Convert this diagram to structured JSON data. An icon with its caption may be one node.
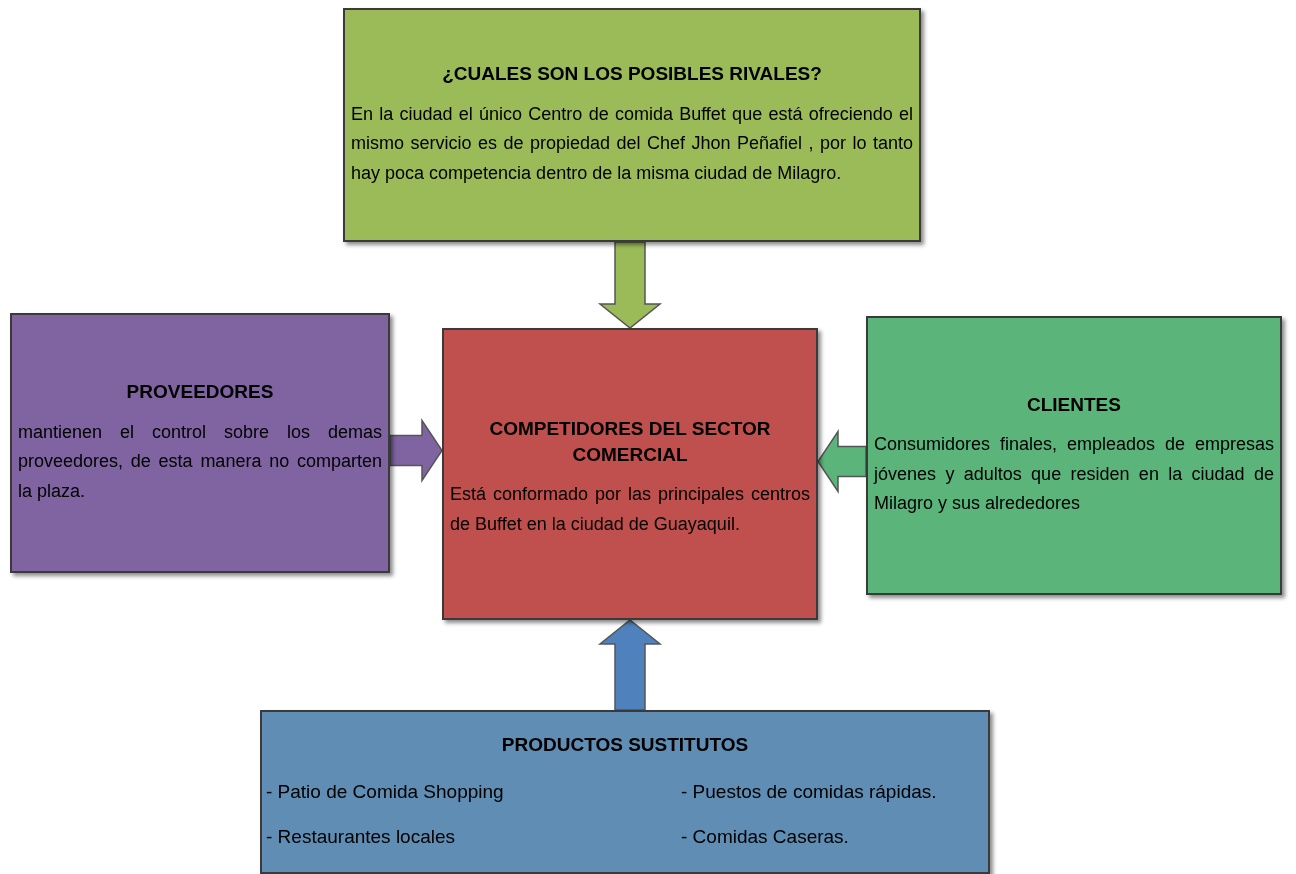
{
  "diagram": {
    "nodes": [
      {
        "text": [
          "¿CUALES SON LOS POSIBLES RIVALES?",
          "En la ciudad el único Centro de comida Buffet que está ofreciendo el mismo servicio es de propiedad del Chef Jhon Peñafiel , por lo tanto hay poca competencia dentro de la misma ciudad de Milagro."
        ]
      },
      {
        "text": [
          "PROVEEDORES",
          "mantienen el control sobre los demas proveedores, de esta manera no comparten la plaza."
        ]
      },
      {
        "text": [
          "COMPETIDORES DEL SECTOR COMERCIAL",
          "Está conformado por las principales centros de Buffet en la ciudad de Guayaquil."
        ]
      },
      {
        "text": [
          "CLIENTES",
          "Consumidores finales, empleados de empresas jóvenes y adultos que residen en la ciudad de Milagro y sus alrededores"
        ]
      },
      {
        "text": [
          "PRODUCTOS SUSTITUTOS",
          "- Patio de Comida Shopping",
          "- Puestos de comidas rápidas.",
          "- Restaurantes locales",
          "- Comidas Caseras."
        ]
      }
    ],
    "edges": [
      {
        "from": 0,
        "to": 2,
        "arrow": "to",
        "color": "#9bbb59"
      },
      {
        "from": 1,
        "to": 2,
        "arrow": "to",
        "color": "#8064a2"
      },
      {
        "from": 3,
        "to": 2,
        "arrow": "to",
        "color": "#5bb57a"
      },
      {
        "from": 4,
        "to": 2,
        "arrow": "to",
        "color": "#4f81bd"
      }
    ]
  }
}
